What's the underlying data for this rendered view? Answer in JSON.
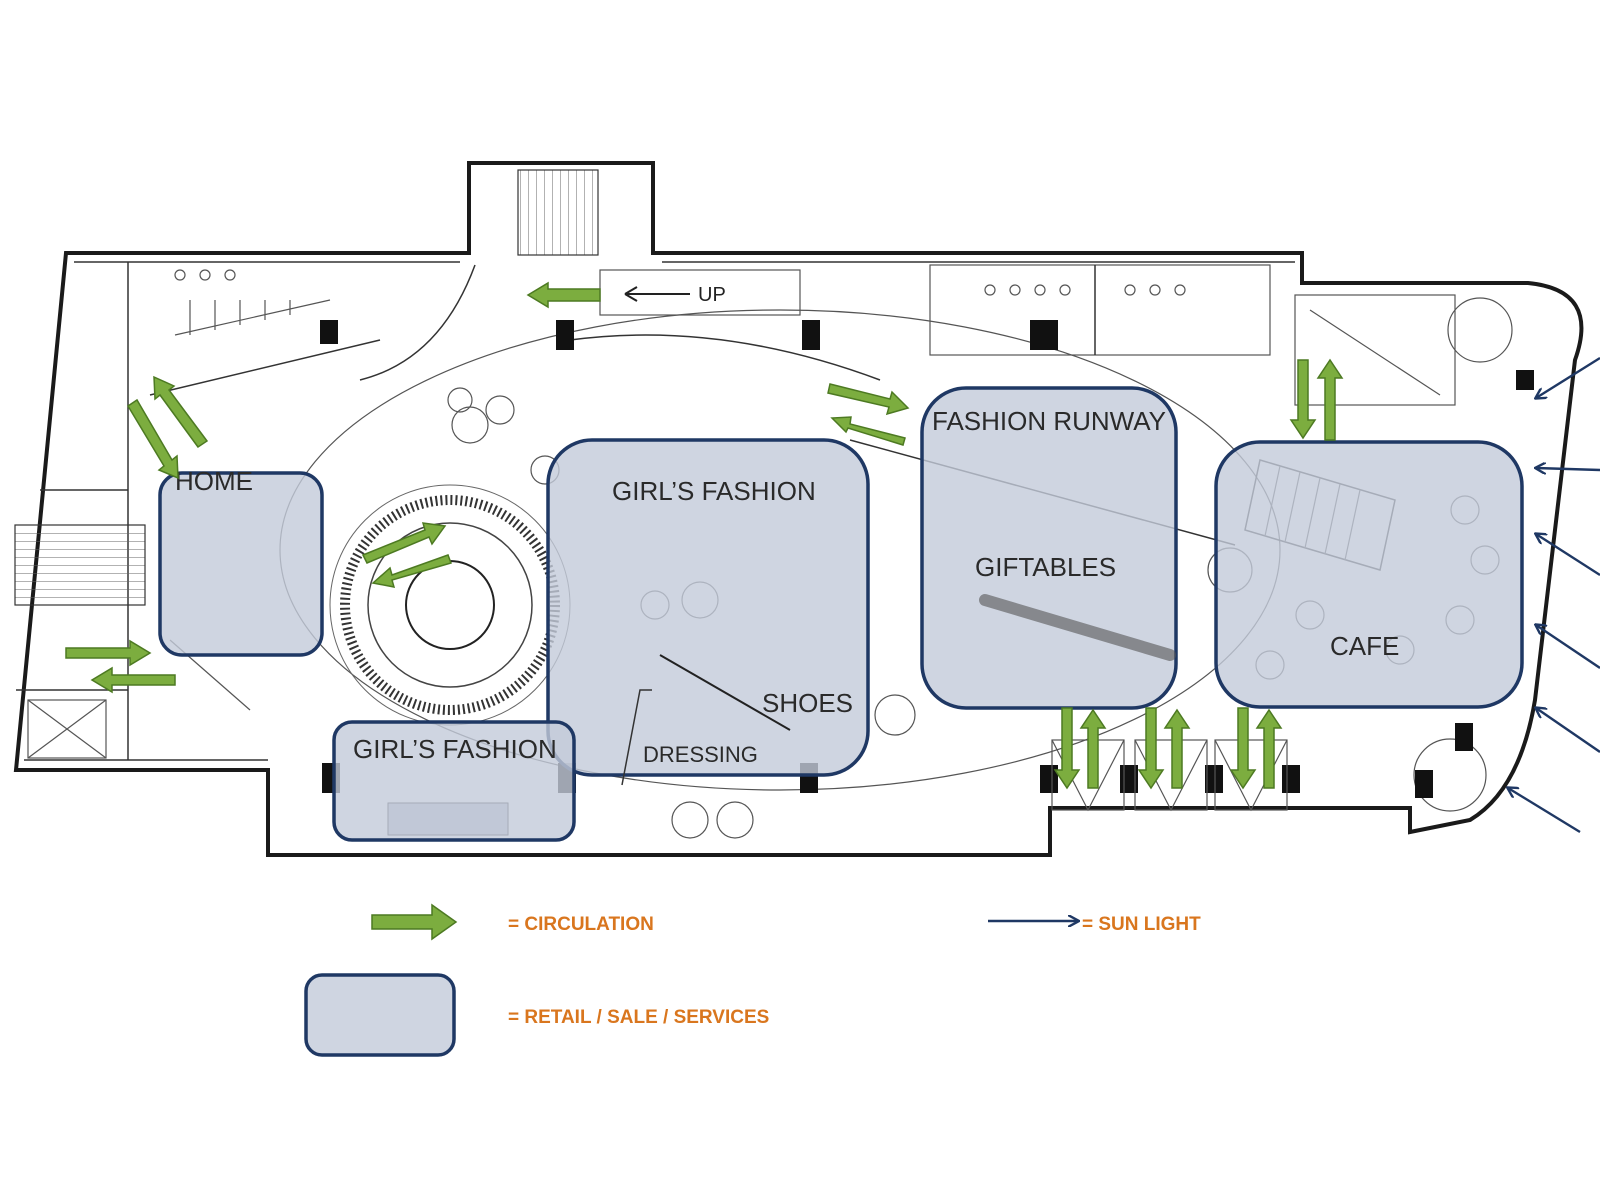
{
  "zones": {
    "home": "HOME",
    "girls_fashion_main": "GIRL’S FASHION",
    "shoes": "SHOES",
    "dressing": "DRESSING",
    "girls_fashion_lower": "GIRL’S FASHION",
    "fashion_runway": "FASHION RUNWAY",
    "giftables": "GIFTABLES",
    "cafe": "CAFE"
  },
  "plan_labels": {
    "up": "UP"
  },
  "legend": {
    "circulation": "=   CIRCULATION",
    "sun_light": "=   SUN LIGHT",
    "retail": "=   RETAIL / SALE / SERVICES"
  },
  "colors": {
    "circulation_arrow": "#7cad3f",
    "zone_fill": "#c3cbda",
    "zone_border": "#1f3864",
    "sun_arrow": "#1f3864",
    "legend_text": "#d9761e"
  }
}
